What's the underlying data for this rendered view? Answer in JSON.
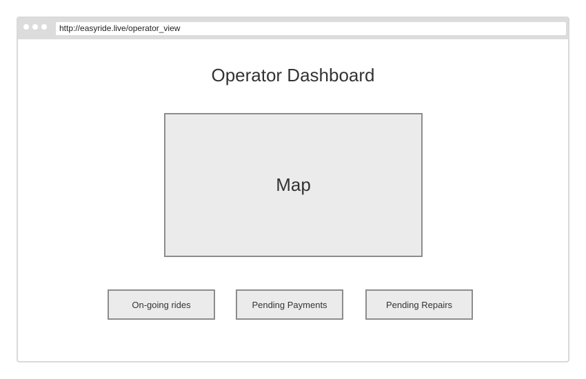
{
  "browser": {
    "url": "http://easyride.live/operator_view"
  },
  "page": {
    "title": "Operator Dashboard",
    "map_label": "Map"
  },
  "actions": [
    {
      "label": "On-going rides"
    },
    {
      "label": "Pending Payments"
    },
    {
      "label": "Pending Repairs"
    }
  ]
}
